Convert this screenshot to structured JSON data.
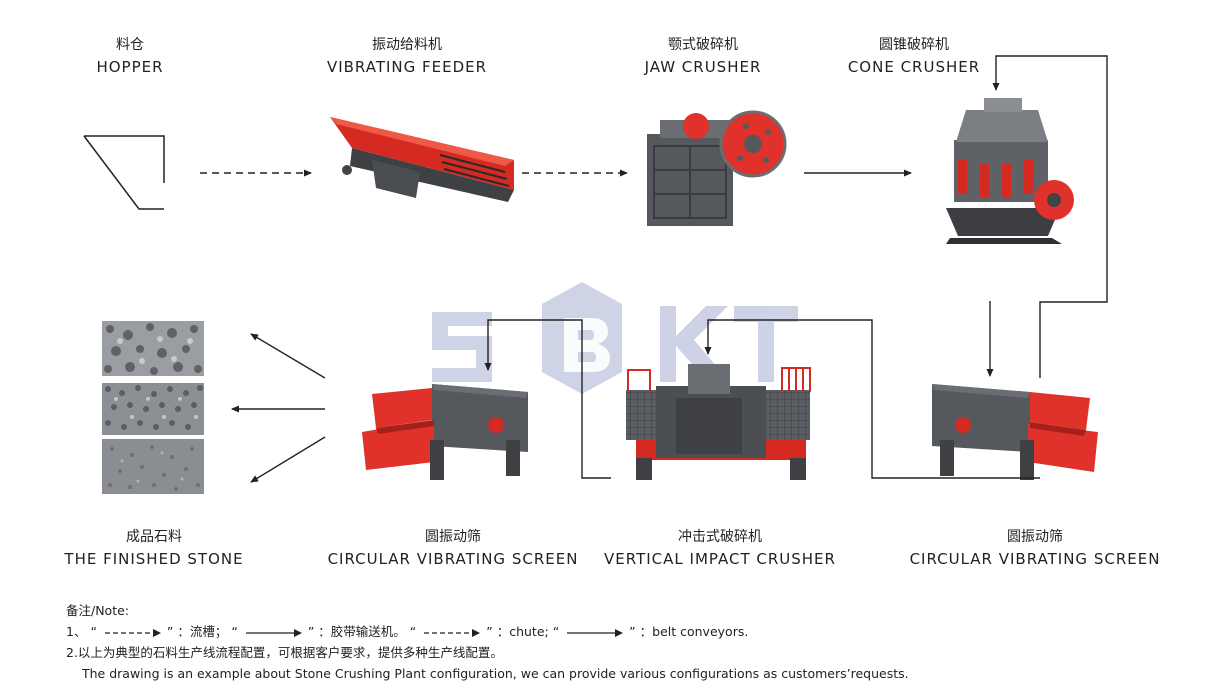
{
  "watermark": "SBKT",
  "colors": {
    "machine_red": "#e0312a",
    "machine_gray": "#55585c",
    "watermark": "#c5cbe2",
    "arrow": "#222222"
  },
  "stages": {
    "hopper": {
      "zh": "料仓",
      "en": "HOPPER"
    },
    "vibrating_feeder": {
      "zh": "振动给料机",
      "en": "VIBRATING FEEDER"
    },
    "jaw_crusher": {
      "zh": "颚式破碎机",
      "en": "JAW CRUSHER"
    },
    "cone_crusher": {
      "zh": "圆锥破碎机",
      "en": "CONE CRUSHER"
    },
    "finished_stone": {
      "zh": "成品石料",
      "en": "THE FINISHED STONE"
    },
    "screen_left": {
      "zh": "圆振动筛",
      "en": "CIRCULAR VIBRATING SCREEN"
    },
    "impact_crusher": {
      "zh": "冲击式破碎机",
      "en": "VERTICAL IMPACT CRUSHER"
    },
    "screen_right": {
      "zh": "圆振动筛",
      "en": "CIRCULAR VIBRATING SCREEN"
    }
  },
  "notes": {
    "title": "备注/Note:",
    "line1": {
      "prefix": "1、",
      "q_open": "“",
      "q_close": "”",
      "chute_zh": "：流槽；",
      "belt_zh": "：胶带输送机。",
      "chute_en": "：chute;",
      "belt_en": "：belt conveyors."
    },
    "line2_zh": "2.以上为典型的石料生产线流程配置，可根据客户要求，提供多种生产线配置。",
    "line3_en": "The drawing is an example about Stone Crushing Plant configuration, we can provide various configurations as customers’requests."
  }
}
